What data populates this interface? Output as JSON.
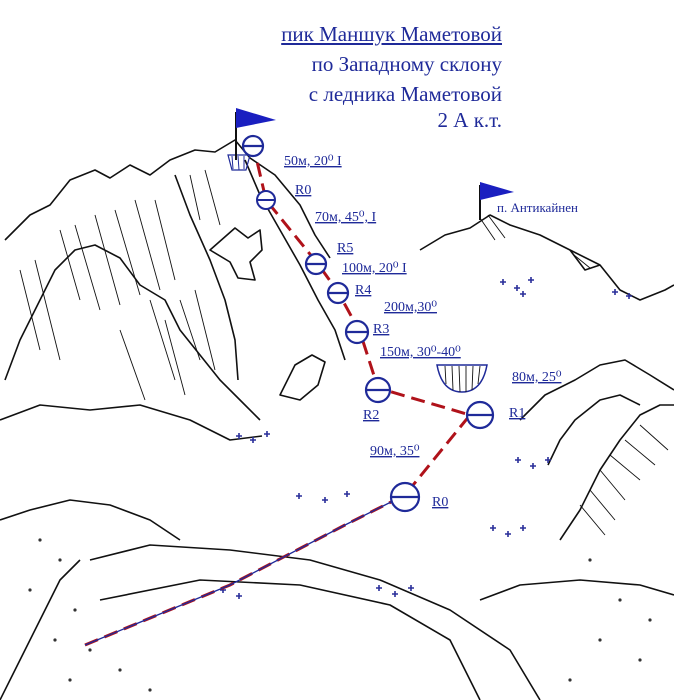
{
  "title": {
    "line1": "пик Маншук Маметовой",
    "line2": "по Западному склону",
    "line3": "с ледника Маметовой",
    "line4": "2 А к.т."
  },
  "peak_label": "п. Антикайнен",
  "stations": [
    {
      "id": "R0",
      "label": "R0"
    },
    {
      "id": "R1",
      "label": "R1"
    },
    {
      "id": "R2",
      "label": "R2"
    },
    {
      "id": "R3",
      "label": "R3"
    },
    {
      "id": "R4",
      "label": "R4"
    },
    {
      "id": "R5",
      "label": "R5"
    },
    {
      "id": "R0_top",
      "label": "R0"
    }
  ],
  "segments": [
    {
      "id": "s1",
      "text": "90м, 35⁰"
    },
    {
      "id": "s2",
      "text": "80м, 25⁰"
    },
    {
      "id": "s3",
      "text": "150м, 30⁰-40⁰"
    },
    {
      "id": "s4",
      "text": "200м,30⁰"
    },
    {
      "id": "s5",
      "text": "100м, 20⁰ I"
    },
    {
      "id": "s6",
      "text": "70м, 45⁰, I"
    },
    {
      "id": "s7",
      "text": "50м, 20⁰ I"
    }
  ],
  "colors": {
    "route": "#b0121a",
    "labels": "#1f2a99",
    "flag": "#1a1fc0"
  }
}
